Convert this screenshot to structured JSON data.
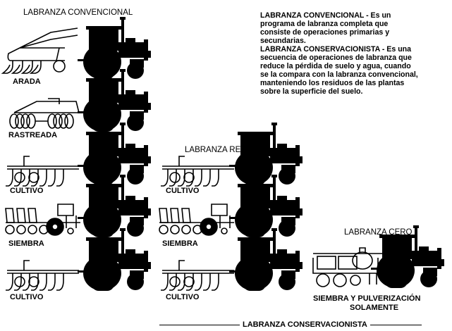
{
  "headings": {
    "conventional": "LABRANZA CONVENCIONAL",
    "reduced": "LABRANZA REDUCIDA",
    "zero": "LABRANZA CERO",
    "conservation_footer": "LABRANZA  CONSERVACIONISTA"
  },
  "descriptions": [
    "LABRANZA CONVENCIONAL - Es un",
    "programa de labranza completa que",
    "consiste de operaciones primarias y",
    "secundarias.",
    "LABRANZA CONSERVACIONISTA - Es una",
    "secuencia de operaciones de labranza que",
    "reduce la pérdida de suelo y agua, cuando",
    "se la compara con la labranza convencional,",
    "manteniendo los residuos de las plantas",
    "sobre la superficie del suelo."
  ],
  "operations": {
    "conventional": [
      "ARADA",
      "RASTREADA",
      "CULTIVO",
      "SIEMBRA",
      "CULTIVO"
    ],
    "reduced": [
      "CULTIVO",
      "SIEMBRA",
      "CULTIVO"
    ],
    "zero": [
      "SIEMBRA Y PULVERIZACIÓN",
      "SOLAMENTE"
    ]
  },
  "icons": [
    "tractor-icon",
    "plow-icon",
    "disc-harrow-icon",
    "cultivator-icon",
    "planter-icon",
    "sprayer-planter-icon"
  ]
}
